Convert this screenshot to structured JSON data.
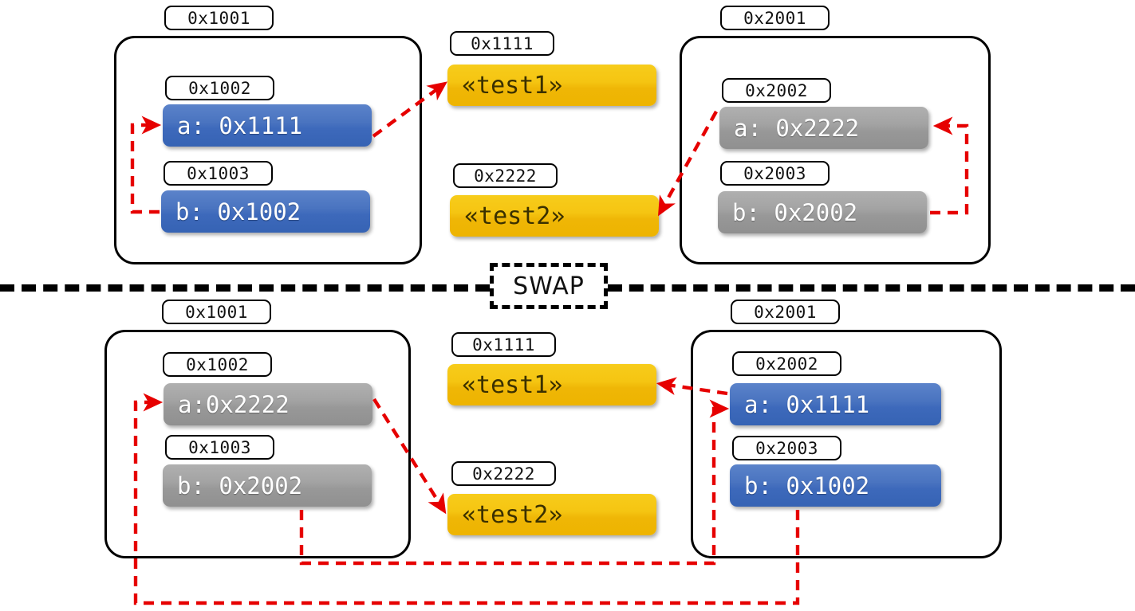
{
  "title": "Pointer swap memory diagram",
  "colors": {
    "pointer_cell": "#4a74c0",
    "value_cell_gray": "#a3a3a3",
    "string_cell": "#f2c010",
    "arrow": "#e60000",
    "outline": "#000000"
  },
  "divider": {
    "label": "SWAP"
  },
  "before": {
    "left_region": {
      "address": "0x1001",
      "slots": [
        {
          "address": "0x1002",
          "value": "a: 0x1111",
          "style": "blue"
        },
        {
          "address": "0x1003",
          "value": "b: 0x1002",
          "style": "blue"
        }
      ]
    },
    "middle_strings": [
      {
        "address": "0x1111",
        "value": "«test1»",
        "style": "yellow"
      },
      {
        "address": "0x2222",
        "value": "«test2»",
        "style": "yellow"
      }
    ],
    "right_region": {
      "address": "0x2001",
      "slots": [
        {
          "address": "0x2002",
          "value": "a: 0x2222",
          "style": "gray"
        },
        {
          "address": "0x2003",
          "value": "b: 0x2002",
          "style": "gray"
        }
      ]
    },
    "arrows": [
      {
        "name": "left-b-to-left-a",
        "from": "0x1003",
        "to": "0x1002"
      },
      {
        "name": "left-a-to-test1",
        "from": "0x1002",
        "to": "0x1111"
      },
      {
        "name": "right-b-to-right-a",
        "from": "0x2003",
        "to": "0x2002"
      },
      {
        "name": "right-a-to-test2",
        "from": "0x2002",
        "to": "0x2222"
      }
    ]
  },
  "after": {
    "left_region": {
      "address": "0x1001",
      "slots": [
        {
          "address": "0x1002",
          "value": "a:0x2222",
          "style": "gray"
        },
        {
          "address": "0x1003",
          "value": "b: 0x2002",
          "style": "gray"
        }
      ]
    },
    "middle_strings": [
      {
        "address": "0x1111",
        "value": "«test1»",
        "style": "yellow"
      },
      {
        "address": "0x2222",
        "value": "«test2»",
        "style": "yellow"
      }
    ],
    "right_region": {
      "address": "0x2001",
      "slots": [
        {
          "address": "0x2002",
          "value": "a: 0x1111",
          "style": "blue"
        },
        {
          "address": "0x2003",
          "value": "b: 0x1002",
          "style": "blue"
        }
      ]
    },
    "arrows": [
      {
        "name": "left-a-to-test2",
        "from": "0x1002",
        "to": "0x2222"
      },
      {
        "name": "right-a-to-test1",
        "from": "0x2002",
        "to": "0x1111"
      },
      {
        "name": "left-b-to-right-a",
        "from": "0x1003",
        "to": "0x2002"
      },
      {
        "name": "right-b-to-left-a",
        "from": "0x2003",
        "to": "0x1002"
      }
    ]
  }
}
